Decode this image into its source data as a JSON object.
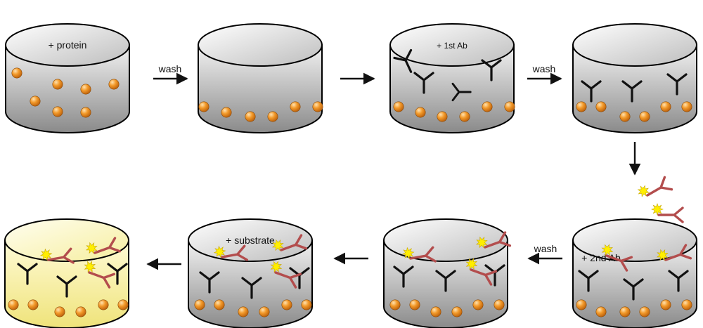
{
  "diagram": {
    "wells": [
      {
        "label": "+ protein",
        "fill": "gray"
      },
      {
        "label": "",
        "fill": "gray"
      },
      {
        "label": "+ 1st Ab",
        "fill": "gray"
      },
      {
        "label": "",
        "fill": "gray"
      },
      {
        "label": "+ 2nd Ab",
        "fill": "gray"
      },
      {
        "label": "",
        "fill": "gray"
      },
      {
        "label": "+ substrate",
        "fill": "gray"
      },
      {
        "label": "",
        "fill": "yellow"
      }
    ],
    "steps": [
      {
        "label": "wash"
      },
      {
        "label": ""
      },
      {
        "label": "wash"
      },
      {
        "label": ""
      },
      {
        "label": "wash"
      },
      {
        "label": ""
      },
      {
        "label": ""
      }
    ]
  },
  "colors": {
    "well_body_top": "#f2f2f2",
    "well_body_bottom": "#8a8a8a",
    "well_yellow_top": "#fffbd6",
    "well_yellow_bottom": "#efe37a",
    "protein": "#f08a1c",
    "primary_ab": "#111111",
    "secondary_ab": "#b34d4d",
    "enzyme_star": "#ffee00"
  }
}
